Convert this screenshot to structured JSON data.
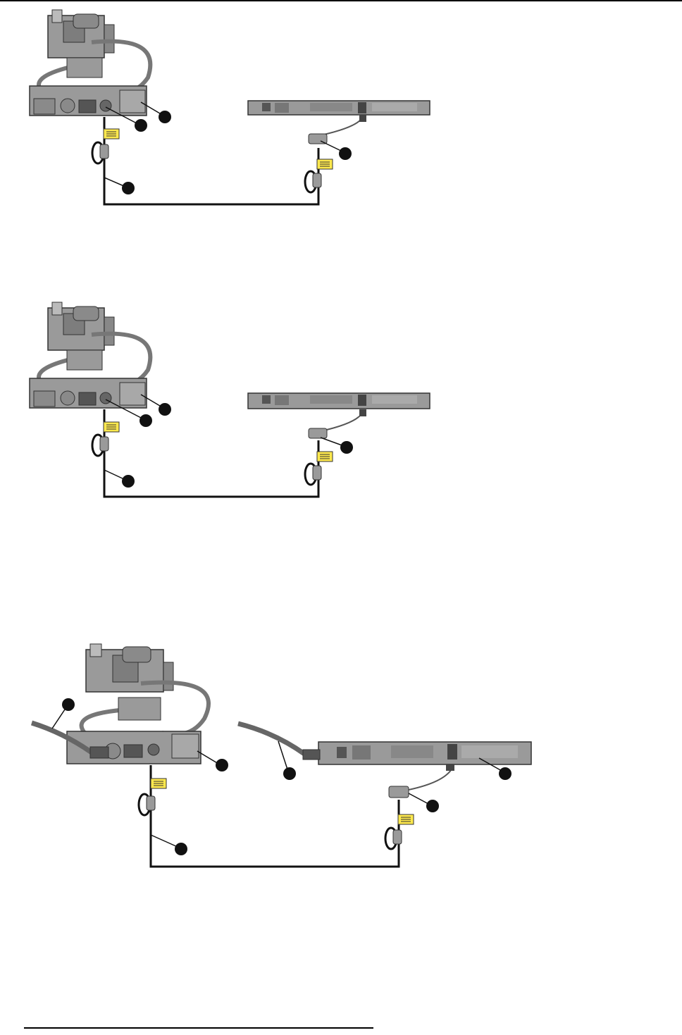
{
  "figures": [
    {
      "id": "figure-1",
      "callouts": 4,
      "devices": [
        "projector-head",
        "rack-server",
        "adapter-box"
      ],
      "colors": {
        "cable": "#111111",
        "device_fill": "#9a9a9a",
        "device_dark": "#5e5e5e",
        "tag": "#ffe94d"
      }
    },
    {
      "id": "figure-2",
      "callouts": 4,
      "devices": [
        "projector-head",
        "rack-server",
        "adapter-box"
      ],
      "colors": {
        "cable": "#111111",
        "device_fill": "#9a9a9a",
        "device_dark": "#5e5e5e",
        "tag": "#ffe94d"
      }
    },
    {
      "id": "figure-3",
      "callouts": 6,
      "devices": [
        "projector-head",
        "rack-server",
        "adapter-box",
        "power-cable-left",
        "power-cable-right"
      ],
      "colors": {
        "cable": "#111111",
        "device_fill": "#9a9a9a",
        "device_dark": "#5e5e5e",
        "tag": "#ffe94d"
      }
    }
  ],
  "icons": {
    "callout": "callout-dot-icon",
    "ferrite": "ferrite-core-icon",
    "tag": "cable-tag-icon"
  }
}
